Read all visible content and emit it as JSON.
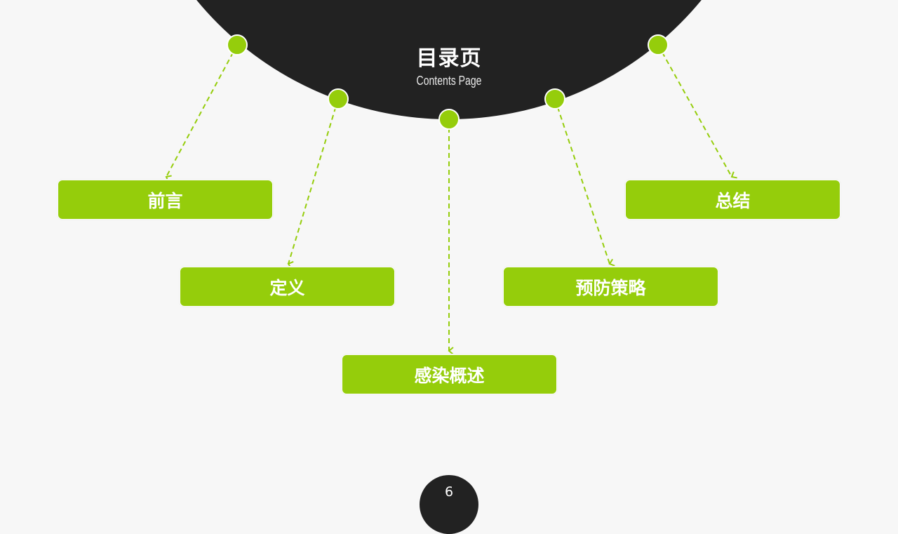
{
  "colors": {
    "background": "#f7f7f7",
    "dark": "#222222",
    "accent": "#95cd0b",
    "text_light": "#ffffff"
  },
  "header": {
    "title": "目录页",
    "subtitle": "Contents Page"
  },
  "items": [
    {
      "label": "前言"
    },
    {
      "label": "定义"
    },
    {
      "label": "感染概述"
    },
    {
      "label": "预防策略"
    },
    {
      "label": "总结"
    }
  ],
  "footer": {
    "page_number": "6"
  }
}
